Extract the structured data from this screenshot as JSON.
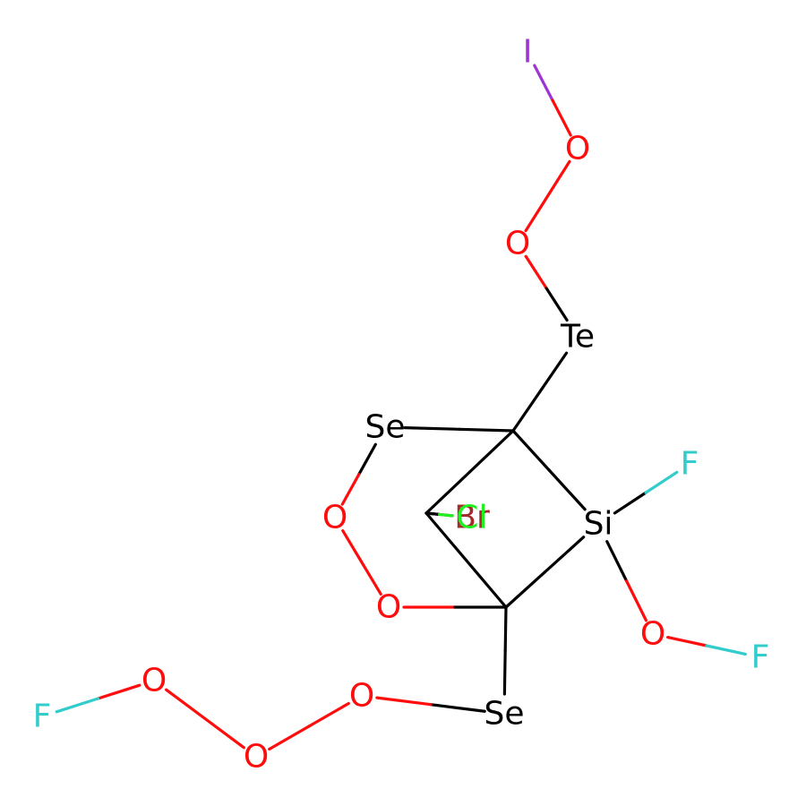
{
  "molecule": {
    "atoms": [
      {
        "id": "I1",
        "label": "I",
        "color": "#9e34d4"
      },
      {
        "id": "O1",
        "label": "O",
        "color": "#ff0d0d"
      },
      {
        "id": "O2",
        "label": "O",
        "color": "#ff0d0d"
      },
      {
        "id": "Te1",
        "label": "Te",
        "color": "#000000"
      },
      {
        "id": "C1",
        "label": "",
        "color": "#000000"
      },
      {
        "id": "Se1",
        "label": "Se",
        "color": "#000000"
      },
      {
        "id": "O3",
        "label": "O",
        "color": "#ff0d0d"
      },
      {
        "id": "O4",
        "label": "O",
        "color": "#ff0d0d"
      },
      {
        "id": "C2",
        "label": "",
        "color": "#000000"
      },
      {
        "id": "C3",
        "label": "",
        "color": "#000000"
      },
      {
        "id": "Br1",
        "label": "Br",
        "color": "#a52a2a"
      },
      {
        "id": "Cl1",
        "label": "Cl",
        "color": "#1ff01f"
      },
      {
        "id": "Si1",
        "label": "Si",
        "color": "#000000"
      },
      {
        "id": "F1",
        "label": "F",
        "color": "#33cccc"
      },
      {
        "id": "O5",
        "label": "O",
        "color": "#ff0d0d"
      },
      {
        "id": "F2",
        "label": "F",
        "color": "#33cccc"
      },
      {
        "id": "Se2",
        "label": "Se",
        "color": "#000000"
      },
      {
        "id": "O6",
        "label": "O",
        "color": "#ff0d0d"
      },
      {
        "id": "O7",
        "label": "O",
        "color": "#ff0d0d"
      },
      {
        "id": "O8",
        "label": "O",
        "color": "#ff0d0d"
      },
      {
        "id": "F3",
        "label": "F",
        "color": "#33cccc"
      }
    ],
    "bonds": [
      [
        "I1",
        "O1"
      ],
      [
        "O1",
        "O2"
      ],
      [
        "O2",
        "Te1"
      ],
      [
        "Te1",
        "C1"
      ],
      [
        "C1",
        "Se1"
      ],
      [
        "Se1",
        "O3"
      ],
      [
        "O3",
        "O4"
      ],
      [
        "O4",
        "C2"
      ],
      [
        "C1",
        "C3"
      ],
      [
        "C3",
        "C2"
      ],
      [
        "C3",
        "Br1"
      ],
      [
        "C3",
        "Cl1"
      ],
      [
        "C1",
        "Si1"
      ],
      [
        "Si1",
        "C2"
      ],
      [
        "Si1",
        "F1"
      ],
      [
        "Si1",
        "O5"
      ],
      [
        "O5",
        "F2"
      ],
      [
        "C2",
        "Se2"
      ],
      [
        "Se2",
        "O6"
      ],
      [
        "O6",
        "O7"
      ],
      [
        "O7",
        "O8"
      ],
      [
        "O8",
        "F3"
      ]
    ]
  }
}
